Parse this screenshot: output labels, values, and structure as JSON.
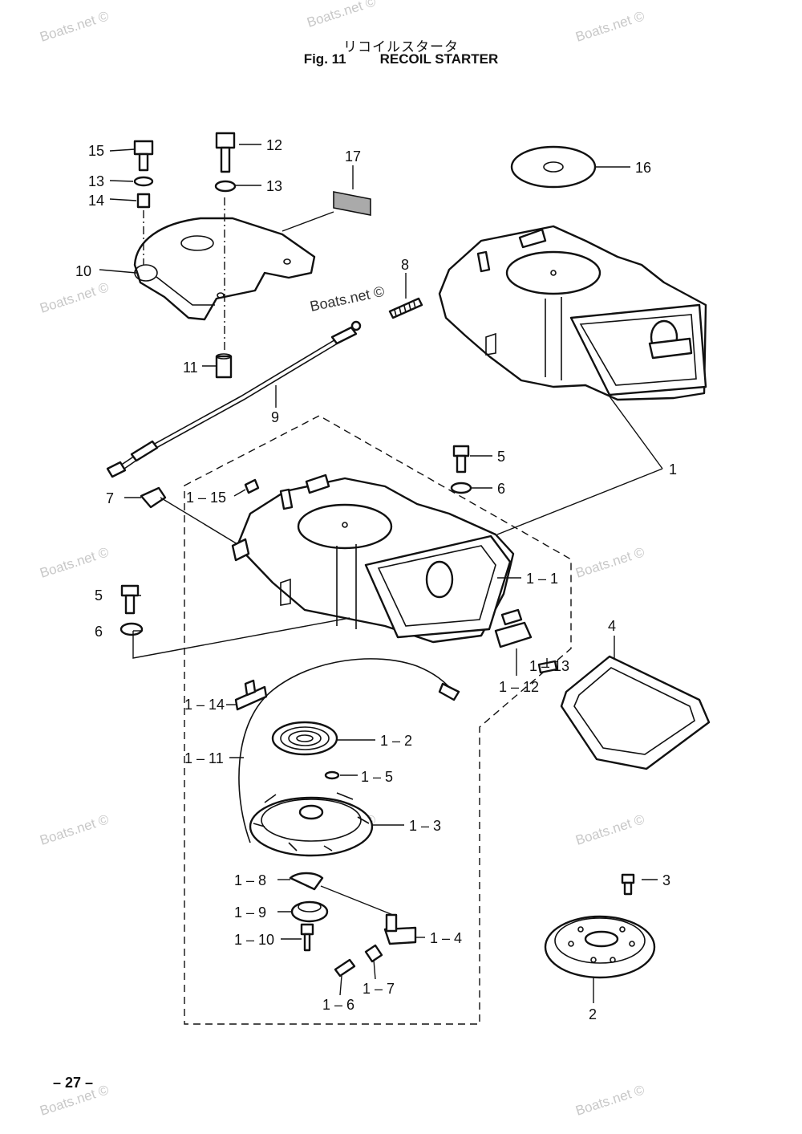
{
  "header": {
    "title_jp": "リコイルスタータ",
    "fig_label": "Fig. 11",
    "title_en": "RECOIL STARTER"
  },
  "watermark": {
    "text": "Boats.net ©",
    "center_text": "Boats.net ©"
  },
  "callouts": [
    {
      "id": "c15",
      "text": "15"
    },
    {
      "id": "c13a",
      "text": "13"
    },
    {
      "id": "c14",
      "text": "14"
    },
    {
      "id": "c10",
      "text": "10"
    },
    {
      "id": "c12",
      "text": "12"
    },
    {
      "id": "c13b",
      "text": "13"
    },
    {
      "id": "c17",
      "text": "17"
    },
    {
      "id": "c16",
      "text": "16"
    },
    {
      "id": "c8",
      "text": "8"
    },
    {
      "id": "c11",
      "text": "11"
    },
    {
      "id": "c9",
      "text": "9"
    },
    {
      "id": "c1",
      "text": "1"
    },
    {
      "id": "c5a",
      "text": "5"
    },
    {
      "id": "c6a",
      "text": "6"
    },
    {
      "id": "c7",
      "text": "7"
    },
    {
      "id": "c1-15",
      "text": "1 – 15"
    },
    {
      "id": "c1-1",
      "text": "1 – 1"
    },
    {
      "id": "c5b",
      "text": "5"
    },
    {
      "id": "c6b",
      "text": "6"
    },
    {
      "id": "c4",
      "text": "4"
    },
    {
      "id": "c1-13",
      "text": "1 – 13"
    },
    {
      "id": "c1-12",
      "text": "1 – 12"
    },
    {
      "id": "c1-14",
      "text": "1 – 14"
    },
    {
      "id": "c1-2",
      "text": "1 – 2"
    },
    {
      "id": "c1-11",
      "text": "1 – 11"
    },
    {
      "id": "c1-5",
      "text": "1 – 5"
    },
    {
      "id": "c1-3",
      "text": "1 – 3"
    },
    {
      "id": "c1-8",
      "text": "1 – 8"
    },
    {
      "id": "c3",
      "text": "3"
    },
    {
      "id": "c1-9",
      "text": "1 – 9"
    },
    {
      "id": "c1-4",
      "text": "1 – 4"
    },
    {
      "id": "c1-10",
      "text": "1 – 10"
    },
    {
      "id": "c1-7",
      "text": "1 – 7"
    },
    {
      "id": "c1-6",
      "text": "1 – 6"
    },
    {
      "id": "c2",
      "text": "2"
    }
  ],
  "footer": {
    "page_number": "– 27 –"
  }
}
